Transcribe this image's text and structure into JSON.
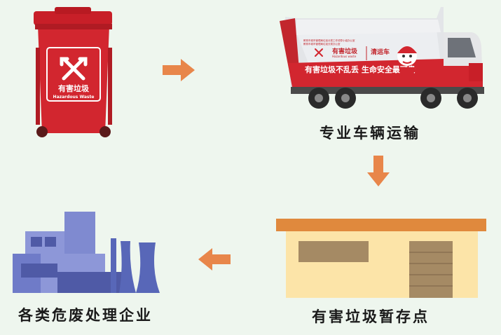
{
  "bin": {
    "label_cn": "有害垃圾",
    "label_en": "Hazardous Waste"
  },
  "truck": {
    "sign_cn": "有害垃圾",
    "sign_en": "Hazardous waste",
    "sign_type": "清运车",
    "slogan": "有害垃圾不乱丢  生命安全最可贵",
    "fine_print_1": "教育市城市管理局垃圾分类工作领导小组办公室",
    "fine_print_2": "教育市城市管理局垃圾分类办公室"
  },
  "steps": {
    "transport": "专业车辆运输",
    "storage": "有害垃圾暂存点",
    "disposal": "各类危废处理企业"
  },
  "colors": {
    "background": "#eef6ee",
    "arrow": "#e8864a",
    "bin_red": "#d2262f",
    "warehouse_wall": "#fce4a8",
    "warehouse_roof": "#e0893d",
    "factory_blue": "#5867b8"
  }
}
